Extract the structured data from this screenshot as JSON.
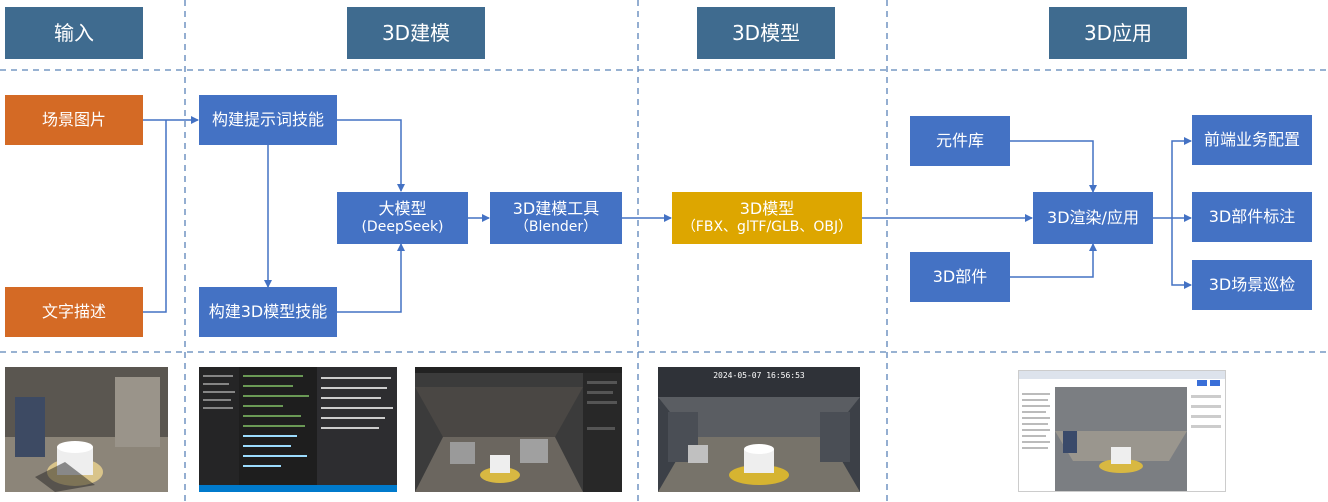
{
  "headers": {
    "input": "输入",
    "modeling": "3D建模",
    "model": "3D模型",
    "application": "3D应用"
  },
  "inputs": {
    "scene_image": "场景图片",
    "text_desc": "文字描述"
  },
  "modeling": {
    "prompt_skill": "构建提示词技能",
    "model3d_skill": "构建3D模型技能",
    "llm_title": "大模型",
    "llm_sub": "(DeepSeek)",
    "tool_title": "3D建模工具",
    "tool_sub": "（Blender）"
  },
  "model": {
    "title": "3D模型",
    "formats": "（FBX、glTF/GLB、OBJ）"
  },
  "application": {
    "component_lib": "元件库",
    "parts": "3D部件",
    "render": "3D渲染/应用",
    "frontend_config": "前端业务配置",
    "part_label": "3D部件标注",
    "scene_patrol": "3D场景巡检"
  },
  "screenshots": {
    "scene_timestamp": "2024-05-07 16:56:53"
  },
  "colors": {
    "header": "#3F6B8F",
    "process": "#4472C4",
    "input": "#D46A25",
    "model": "#DDA600",
    "connector": "#4472C4"
  }
}
